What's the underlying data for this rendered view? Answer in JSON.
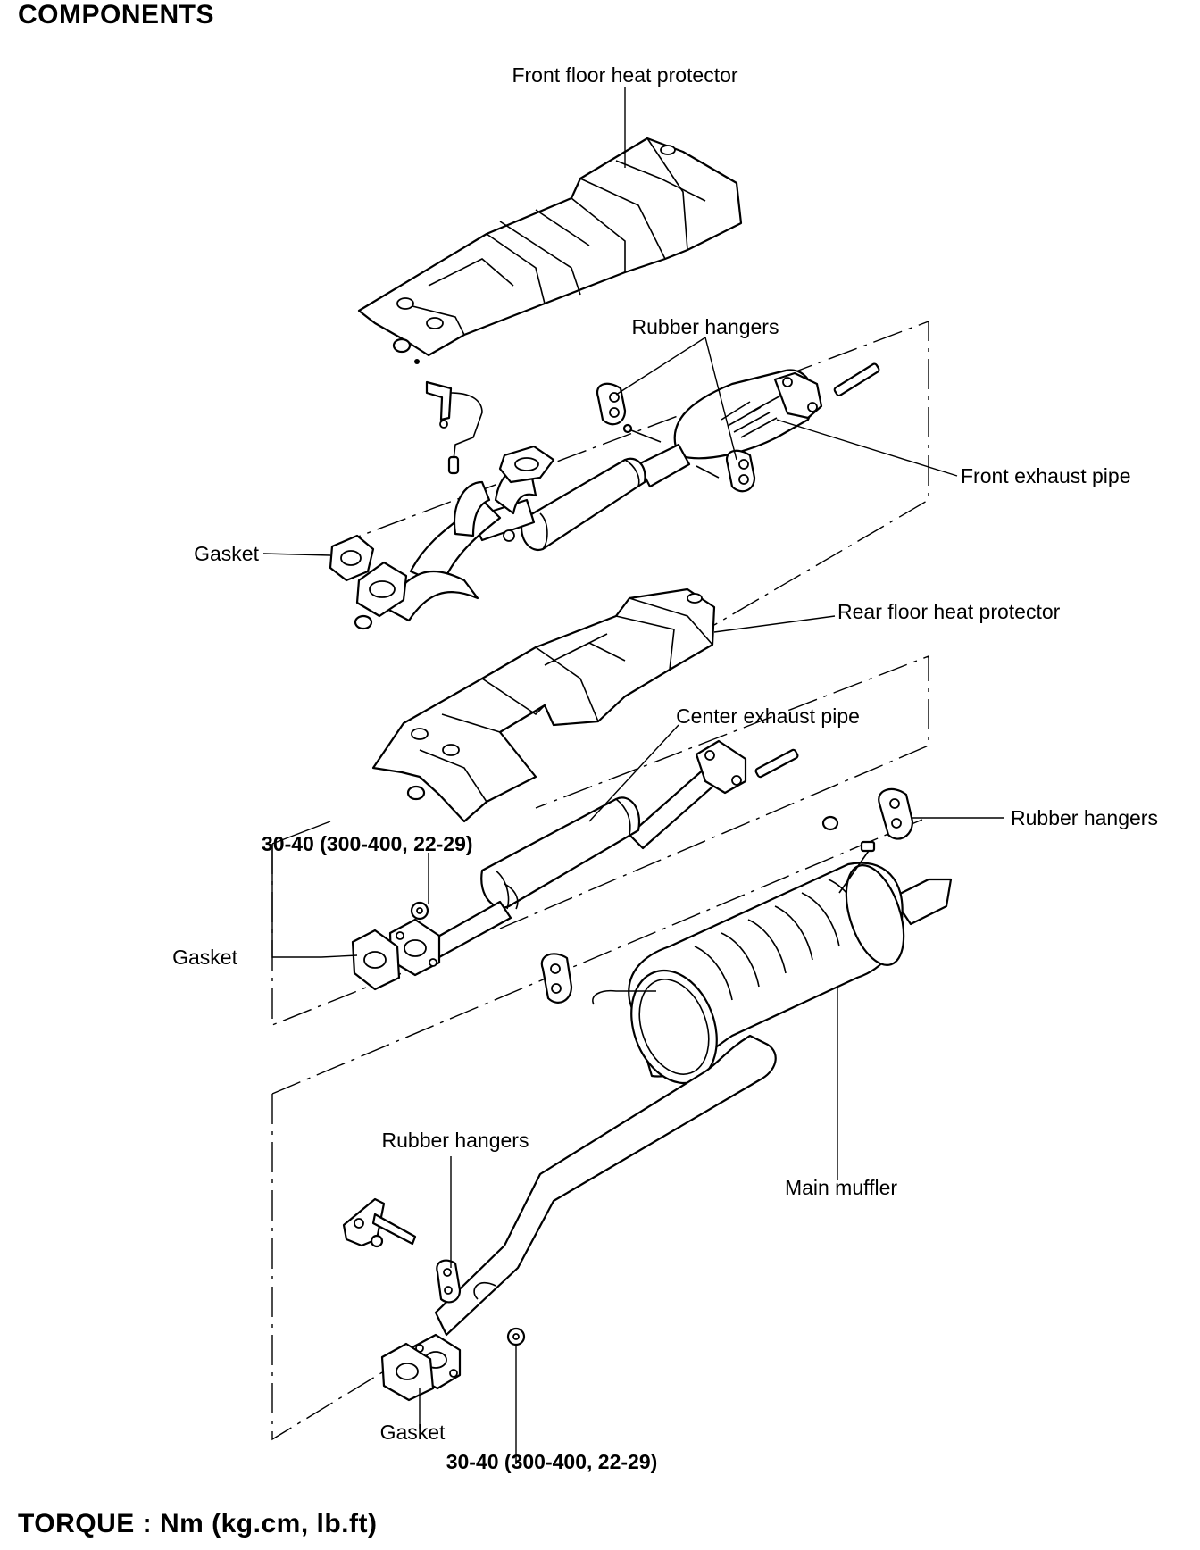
{
  "title": "COMPONENTS",
  "footer": "TORQUE : Nm (kg.cm, lb.ft)",
  "labels": {
    "front_floor_heat_protector": "Front floor heat protector",
    "rubber_hangers_top": "Rubber hangers",
    "front_exhaust_pipe": "Front exhaust pipe",
    "gasket_front": "Gasket",
    "rear_floor_heat_protector": "Rear floor heat protector",
    "center_exhaust_pipe": "Center exhaust pipe",
    "rubber_hangers_right": "Rubber hangers",
    "torque_center": "30-40 (300-400, 22-29)",
    "gasket_center": "Gasket",
    "rubber_hangers_bottom": "Rubber hangers",
    "main_muffler": "Main muffler",
    "gasket_rear": "Gasket",
    "torque_rear": "30-40 (300-400, 22-29)"
  }
}
